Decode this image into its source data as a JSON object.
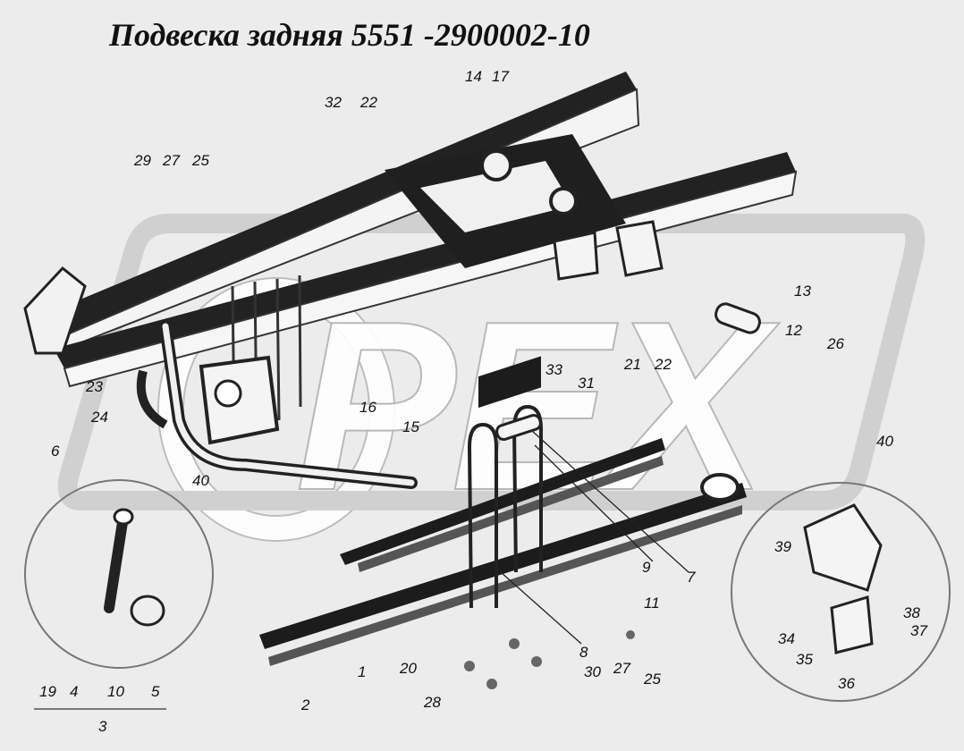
{
  "title": "Подвеска задняя 5551 -2900002-10",
  "watermark": "PEX",
  "labels": {
    "l14": "14",
    "l17": "17",
    "l32": "32",
    "l22a": "22",
    "l29": "29",
    "l27a": "27",
    "l25a": "25",
    "l13": "13",
    "l12": "12",
    "l26": "26",
    "l33": "33",
    "l31": "31",
    "l21": "21",
    "l22b": "22",
    "l23": "23",
    "l24": "24",
    "l16": "16",
    "l15": "15",
    "l6": "6",
    "l40a": "40",
    "l40b": "40",
    "l9": "9",
    "l7": "7",
    "l39": "39",
    "l11": "11",
    "l8": "8",
    "l38": "38",
    "l37": "37",
    "l34": "34",
    "l35": "35",
    "l36": "36",
    "l1": "1",
    "l20": "20",
    "l30": "30",
    "l27b": "27",
    "l25b": "25",
    "l19": "19",
    "l4": "4",
    "l10": "10",
    "l5": "5",
    "l3": "3",
    "l2": "2",
    "l28": "28"
  },
  "colors": {
    "ink": "#111111",
    "frame": "#262626",
    "paper": "#ececec"
  }
}
